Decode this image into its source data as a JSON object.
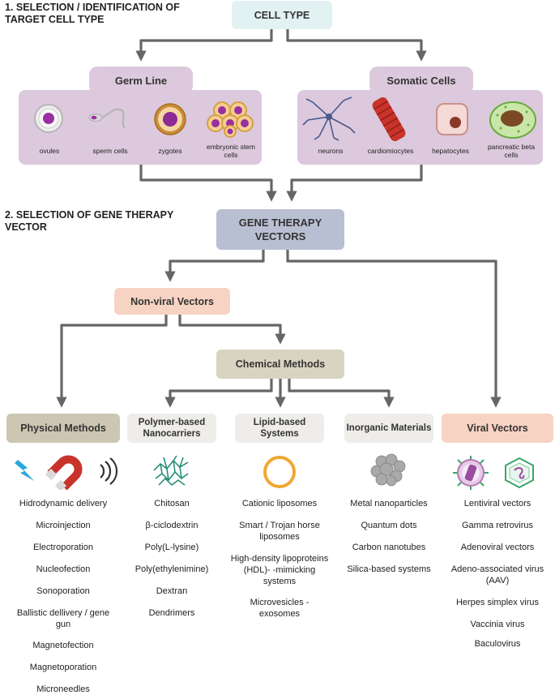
{
  "step1": "1. SELECTION / IDENTIFICATION OF TARGET CELL TYPE",
  "step2": "2. SELECTION OF GENE THERAPY VECTOR",
  "cell_type": "CELL TYPE",
  "germ_line": {
    "title": "Germ Line",
    "cells": [
      "ovules",
      "sperm cells",
      "zygotes",
      "embryonic stem cells"
    ]
  },
  "somatic": {
    "title": "Somatic Cells",
    "cells": [
      "neurons",
      "cardiomiocytes",
      "hepatocytes",
      "pancreatic beta cells"
    ]
  },
  "gene_therapy_vectors": "GENE THERAPY VECTORS",
  "non_viral": "Non-viral Vectors",
  "chemical": "Chemical Methods",
  "physical": {
    "title": "Physical Methods",
    "items": [
      "Hidrodynamic delivery",
      "Microinjection",
      "Electroporation",
      "Nucleofection",
      "Sonoporation",
      "Ballistic dellivery / gene gun",
      "Magnetofection",
      "Magnetoporation",
      "Microneedles"
    ]
  },
  "polymer": {
    "title": "Polymer-based Nanocarriers",
    "items": [
      "Chitosan",
      "β-ciclodextrin",
      "Poly(L-lysine)",
      "Poly(ethylenimine)",
      "Dextran",
      "Dendrimers"
    ]
  },
  "lipid": {
    "title": "Lipid-based Systems",
    "items": [
      "Cationic liposomes",
      "Smart / Trojan horse liposomes",
      "High-density lipoproteins (HDL)- -mimicking systems",
      "Microvesicles - exosomes"
    ]
  },
  "inorganic": {
    "title": "Inorganic Materials",
    "items": [
      "Metal nanoparticles",
      "Quantum dots",
      "Carbon nanotubes",
      "Silica-based systems"
    ]
  },
  "viral": {
    "title": "Viral Vectors",
    "items": [
      "Lentiviral vectors",
      "Gamma retrovirus",
      "Adenoviral vectors",
      "Adeno-associated virus (AAV)",
      "Herpes simplex virus",
      "Vaccinia virus",
      "Baculovirus"
    ]
  },
  "colors": {
    "cell_type": "#e2f1f1",
    "panel": "#dcc9dd",
    "vectors": "#b9bfd3",
    "non_viral": "#f7d3c3",
    "chemical": "#d9d3c1",
    "physical": "#cdc6b2",
    "category": "#efedea",
    "viral": "#f7d3c3",
    "arrow": "#666666"
  }
}
